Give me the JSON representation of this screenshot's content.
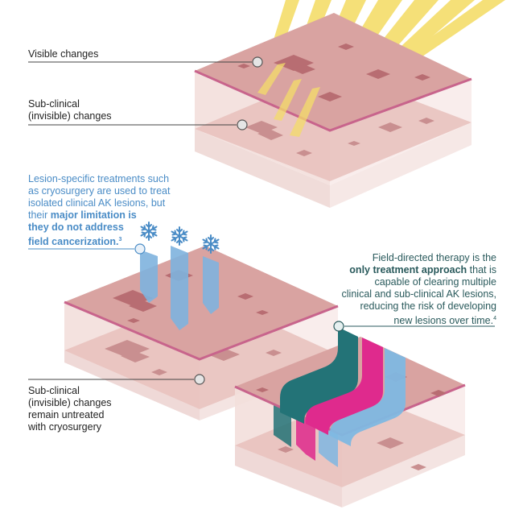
{
  "labels": {
    "visible_changes": "Visible changes",
    "subclinical_top": [
      "Sub-clinical",
      "(invisible) changes"
    ],
    "lesion_specific": {
      "line1": "Lesion-specific treatments such",
      "line2": "as cryosurgery are used to treat",
      "line3": "isolated clinical AK lesions, but",
      "line4_plain": "their ",
      "line4_bold": "major limitation is",
      "line5": "they do not address",
      "line6": "field cancerization.",
      "ref": "3"
    },
    "subclinical_bottom": [
      "Sub-clinical",
      "(invisible) changes",
      "remain untreated",
      "with cryosurgery"
    ],
    "field_directed": {
      "line1": "Field-directed therapy is the",
      "line2_bold": "only treatment approach",
      "line2_plain": " that is",
      "line3": "capable of clearing multiple",
      "line4": "clinical and sub-clinical AK lesions,",
      "line5": "reducing the risk of developing",
      "line6": "new lesions over time.",
      "ref": "4"
    }
  },
  "colors": {
    "skin_top": "#d9a3a1",
    "skin_edge": "#c8648c",
    "skin_body": "#f1dcda",
    "skin_lower": "#e9c3c0",
    "lesion": "#b86d72",
    "sun_ray": "#f4dd6a",
    "cryo_blue": "#7fb3de",
    "therapy_teal": "#237377",
    "therapy_magenta": "#df2a8d",
    "therapy_blue": "#80b8e2",
    "text_blue": "#4a8cc6",
    "text_green": "#2a5a5c"
  },
  "icons": [
    "sun-rays",
    "snowflake-icon",
    "snowflake-icon",
    "snowflake-icon",
    "callout-dot-icon"
  ]
}
